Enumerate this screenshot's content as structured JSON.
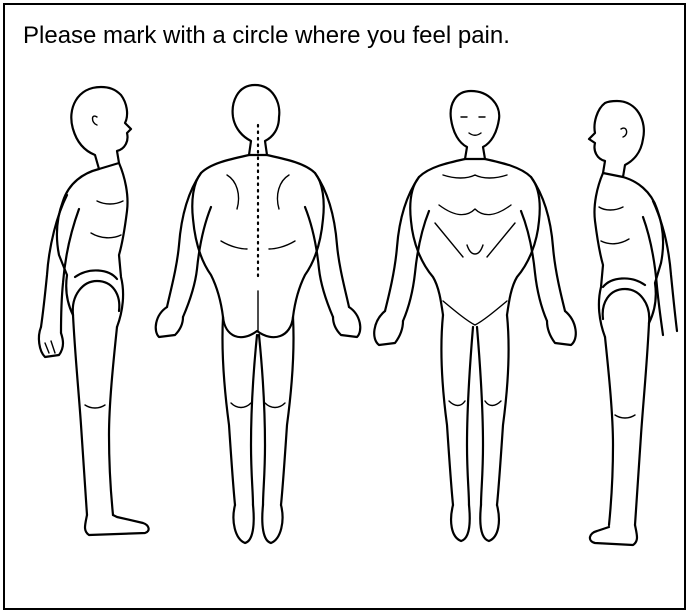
{
  "form": {
    "instruction": "Please mark with a circle where you feel pain."
  },
  "colors": {
    "ink": "#000000",
    "paper": "#ffffff"
  },
  "figures": [
    {
      "view": "side-left",
      "icon": "body-side-left-icon"
    },
    {
      "view": "back",
      "icon": "body-back-icon"
    },
    {
      "view": "front",
      "icon": "body-front-icon"
    },
    {
      "view": "side-right",
      "icon": "body-side-right-icon"
    }
  ]
}
